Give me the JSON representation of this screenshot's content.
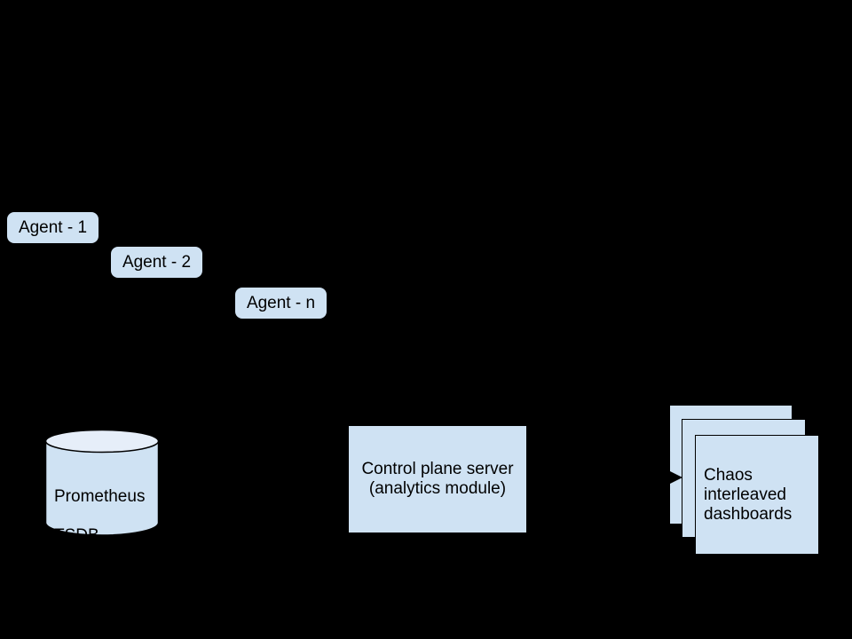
{
  "colors": {
    "background": "#000000",
    "shape_fill": "#cfe2f3",
    "cylinder_top_fill": "#e6eef9",
    "stroke": "#000000",
    "text": "#000000"
  },
  "agents": [
    {
      "label": "Agent - 1"
    },
    {
      "label": "Agent - 2"
    },
    {
      "label": "Agent - n"
    }
  ],
  "prometheus": {
    "lines": [
      "Prometheus",
      "TSDB"
    ]
  },
  "control_plane": {
    "lines": [
      "Control plane server",
      "(analytics module)"
    ]
  },
  "dashboards": {
    "lines": [
      "Chaos",
      "interleaved",
      "dashboards"
    ]
  }
}
